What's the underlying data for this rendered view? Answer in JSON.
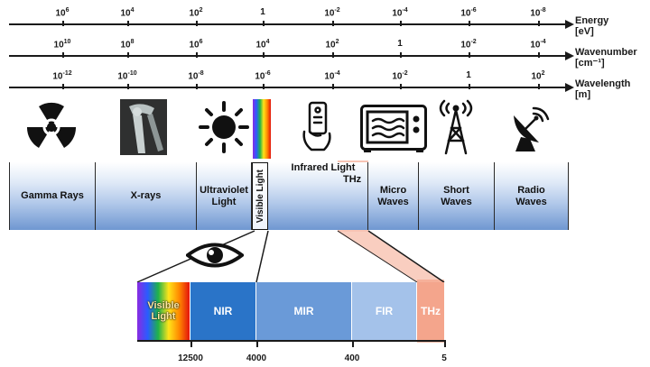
{
  "axes": {
    "energy": {
      "title": "Energy",
      "unit": "[eV]",
      "ticks": [
        {
          "base": "10",
          "exp": "6"
        },
        {
          "base": "10",
          "exp": "4"
        },
        {
          "base": "10",
          "exp": "2"
        },
        {
          "base": "1",
          "exp": ""
        },
        {
          "base": "10",
          "exp": "-2"
        },
        {
          "base": "10",
          "exp": "-4"
        },
        {
          "base": "10",
          "exp": "-6"
        },
        {
          "base": "10",
          "exp": "-8"
        }
      ]
    },
    "wavenumber": {
      "title": "Wavenumber",
      "unit": "[cm⁻¹]",
      "ticks": [
        {
          "base": "10",
          "exp": "10"
        },
        {
          "base": "10",
          "exp": "8"
        },
        {
          "base": "10",
          "exp": "6"
        },
        {
          "base": "10",
          "exp": "4"
        },
        {
          "base": "10",
          "exp": "2"
        },
        {
          "base": "1",
          "exp": ""
        },
        {
          "base": "10",
          "exp": "-2"
        },
        {
          "base": "10",
          "exp": "-4"
        }
      ]
    },
    "wavelength": {
      "title": "Wavelength",
      "unit": "[m]",
      "ticks": [
        {
          "base": "10",
          "exp": "-12"
        },
        {
          "base": "10",
          "exp": "-10"
        },
        {
          "base": "10",
          "exp": "-8"
        },
        {
          "base": "10",
          "exp": "-6"
        },
        {
          "base": "10",
          "exp": "-4"
        },
        {
          "base": "10",
          "exp": "-2"
        },
        {
          "base": "1",
          "exp": ""
        },
        {
          "base": "10",
          "exp": "2"
        }
      ]
    }
  },
  "bands": [
    {
      "label": [
        "Gamma Rays"
      ]
    },
    {
      "label": [
        "X-rays"
      ]
    },
    {
      "label": [
        "Ultraviolet",
        "Light"
      ]
    },
    {
      "label": [
        "Visible Light"
      ]
    },
    {
      "label": [
        "Infrared Light"
      ]
    },
    {
      "label": [
        "Micro",
        "Waves"
      ]
    },
    {
      "label": [
        "Short",
        "Waves"
      ]
    },
    {
      "label": [
        "Radio",
        "Waves"
      ]
    }
  ],
  "thz_label": "THz",
  "icons": [
    "radiation-icon",
    "xray-image-icon",
    "sun-icon",
    "spectrum-strip-icon",
    "remote-control-icon",
    "microwave-oven-icon",
    "antenna-tower-icon",
    "satellite-dish-icon",
    "eye-icon"
  ],
  "infrared_breakdown": {
    "segments": [
      {
        "label": "Visible Light"
      },
      {
        "label": "NIR"
      },
      {
        "label": "MIR"
      },
      {
        "label": "FIR"
      },
      {
        "label": "THz"
      }
    ],
    "wavenumber_labels": [
      "12500",
      "4000",
      "400",
      "5"
    ]
  },
  "colors": {
    "thz_highlight": "#f4a58c",
    "nir": "#2a74c8",
    "mir": "#6a9ad8",
    "fir": "#a4c2ea",
    "line": "#1a1a1a"
  }
}
